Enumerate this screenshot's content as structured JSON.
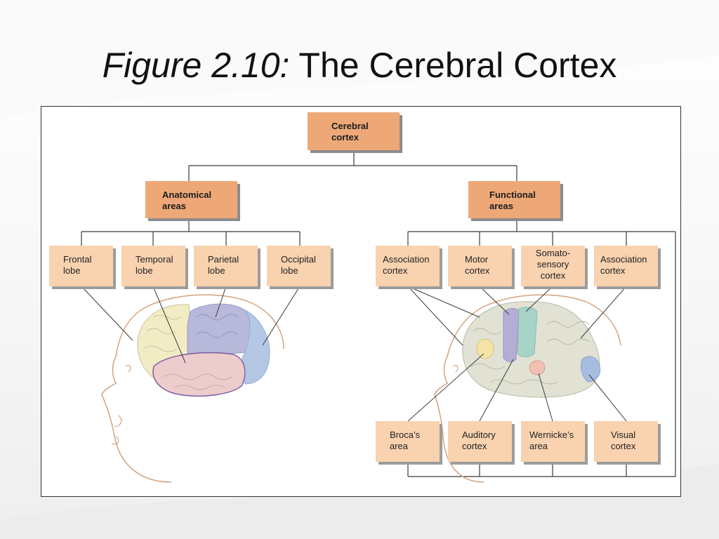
{
  "title": {
    "figure": "Figure 2.10:",
    "text": "The Cerebral Cortex"
  },
  "colors": {
    "header_box": "#eea877",
    "leaf_box": "#f9d2b0",
    "frontal": "#f2ecc4",
    "temporal": "#eccccc",
    "parietal": "#b8b8da",
    "occipital": "#b4c8e6",
    "motor": "#b4aed6",
    "somatosensory": "#a8d4c8",
    "brocas": "#f4e4a6",
    "wernickes": "#f2c0b2",
    "visual": "#a6bde0",
    "gyri": "#e2e2d4"
  },
  "diagram": {
    "root": [
      "Cerebral",
      "cortex"
    ],
    "anatomical": {
      "label": [
        "Anatomical",
        "areas"
      ],
      "lobes": [
        [
          "Frontal",
          "lobe"
        ],
        [
          "Temporal",
          "lobe"
        ],
        [
          "Parietal",
          "lobe"
        ],
        [
          "Occipital",
          "lobe"
        ]
      ]
    },
    "functional": {
      "label": [
        "Functional",
        "areas"
      ],
      "top": [
        [
          "Association",
          "cortex"
        ],
        [
          "Motor",
          "cortex"
        ],
        [
          "Somato-",
          "sensory",
          "cortex"
        ],
        [
          "Association",
          "cortex"
        ]
      ],
      "bottom": [
        [
          "Broca’s",
          "area"
        ],
        [
          "Auditory",
          "cortex"
        ],
        [
          "Wernicke’s",
          "area"
        ],
        [
          "Visual",
          "cortex"
        ]
      ]
    }
  }
}
